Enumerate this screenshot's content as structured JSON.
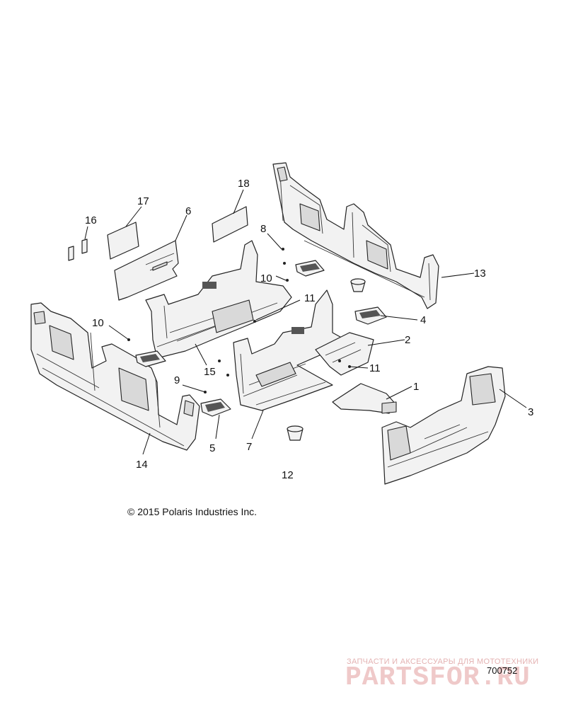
{
  "callouts": [
    {
      "number": "1",
      "part": "floor-panel-front-right"
    },
    {
      "number": "2",
      "part": "floor-panel-right"
    },
    {
      "number": "3",
      "part": "front-footwell-panel"
    },
    {
      "number": "4",
      "part": "footrest-right"
    },
    {
      "number": "5",
      "part": "footrest-left"
    },
    {
      "number": "6",
      "part": "foam-liner-panel"
    },
    {
      "number": "7",
      "part": "floor-panel-front"
    },
    {
      "number": "8",
      "part": "fastener"
    },
    {
      "number": "9",
      "part": "fastener"
    },
    {
      "number": "10",
      "part": "fastener"
    },
    {
      "number": "11",
      "part": "fastener"
    },
    {
      "number": "12",
      "part": "plug-cap"
    },
    {
      "number": "13",
      "part": "rear-side-panel"
    },
    {
      "number": "14",
      "part": "left-side-panel"
    },
    {
      "number": "15",
      "part": "floor-panel-rear"
    },
    {
      "number": "16",
      "part": "small-label"
    },
    {
      "number": "17",
      "part": "decal"
    },
    {
      "number": "18",
      "part": "decal"
    }
  ],
  "copyright": "© 2015 Polaris Industries Inc.",
  "drawing_number": "700752",
  "watermark": {
    "tagline": "ЗАПЧАСТИ И АКСЕССУАРЫ ДЛЯ МОТОТЕХНИКИ",
    "logo": "PARTSFOR.RU",
    "color": "#e8b8b8"
  }
}
